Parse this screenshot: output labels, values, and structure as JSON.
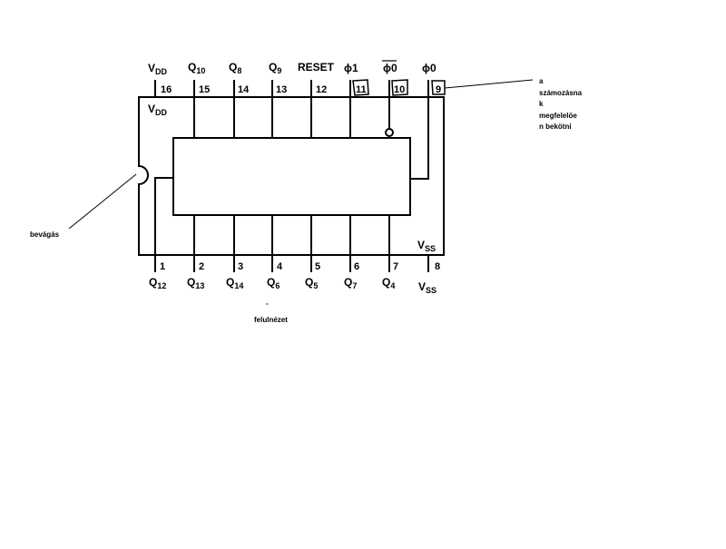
{
  "top_pins": [
    {
      "num": "16",
      "base": "V",
      "sub": "DD",
      "overline": false
    },
    {
      "num": "15",
      "base": "Q",
      "sub": "10",
      "overline": false
    },
    {
      "num": "14",
      "base": "Q",
      "sub": "8",
      "overline": false
    },
    {
      "num": "13",
      "base": "Q",
      "sub": "9",
      "overline": false
    },
    {
      "num": "12",
      "base": "RESET",
      "sub": "",
      "overline": false
    },
    {
      "num": "11",
      "base": "ϕ1",
      "sub": "",
      "overline": false
    },
    {
      "num": "10",
      "base": "ϕ0",
      "sub": "",
      "overline": true
    },
    {
      "num": "9",
      "base": "ϕ0",
      "sub": "",
      "overline": false
    }
  ],
  "bottom_pins": [
    {
      "num": "1",
      "base": "Q",
      "sub": "12"
    },
    {
      "num": "2",
      "base": "Q",
      "sub": "13"
    },
    {
      "num": "3",
      "base": "Q",
      "sub": "14"
    },
    {
      "num": "4",
      "base": "Q",
      "sub": "6"
    },
    {
      "num": "5",
      "base": "Q",
      "sub": "5"
    },
    {
      "num": "6",
      "base": "Q",
      "sub": "7"
    },
    {
      "num": "7",
      "base": "Q",
      "sub": "4"
    },
    {
      "num": "8",
      "base": "V",
      "sub": "SS"
    }
  ],
  "inner_labels": {
    "vdd": {
      "base": "V",
      "sub": "DD"
    },
    "vss": {
      "base": "V",
      "sub": "SS"
    }
  },
  "annotations": {
    "notch": "bevágás",
    "numbering_lines": [
      "a",
      "számozásna",
      "k",
      "megfelelöe",
      "n bekötni"
    ],
    "view_mark": "-",
    "view": "felulnézet"
  }
}
